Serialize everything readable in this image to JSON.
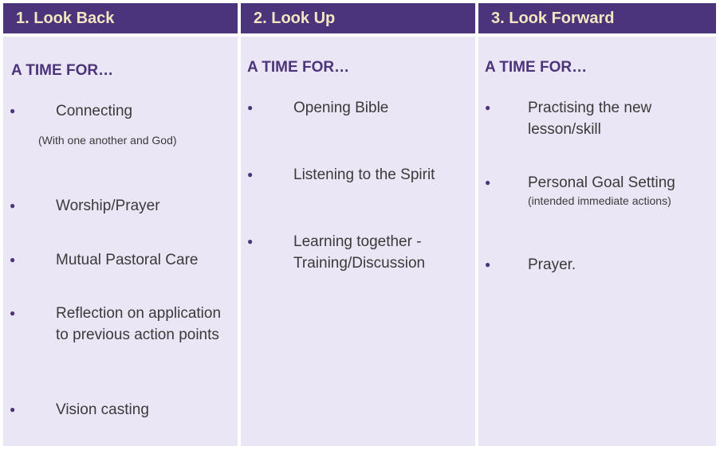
{
  "columns": [
    {
      "title": "1.  Look Back",
      "subhead": "A TIME FOR…",
      "items": [
        {
          "text": "Connecting",
          "note": "(With one another and God)"
        },
        {
          "text": "Worship/Prayer"
        },
        {
          "text": "Mutual Pastoral Care"
        },
        {
          "text": "Reflection on application to previous action points"
        },
        {
          "text": "Vision casting"
        }
      ]
    },
    {
      "title": "2.  Look Up",
      "subhead": "A TIME FOR…",
      "items": [
        {
          "text": "Opening Bible"
        },
        {
          "text": "Listening to the Spirit"
        },
        {
          "text": "Learning together - Training/Discussion"
        }
      ]
    },
    {
      "title": "3.  Look Forward",
      "subhead": "A TIME FOR…",
      "items": [
        {
          "text": "Practising the new lesson/skill"
        },
        {
          "text": "Personal Goal Setting",
          "note": "(intended immediate actions)"
        },
        {
          "text": "Prayer."
        }
      ]
    }
  ],
  "bullet_glyph": "●"
}
